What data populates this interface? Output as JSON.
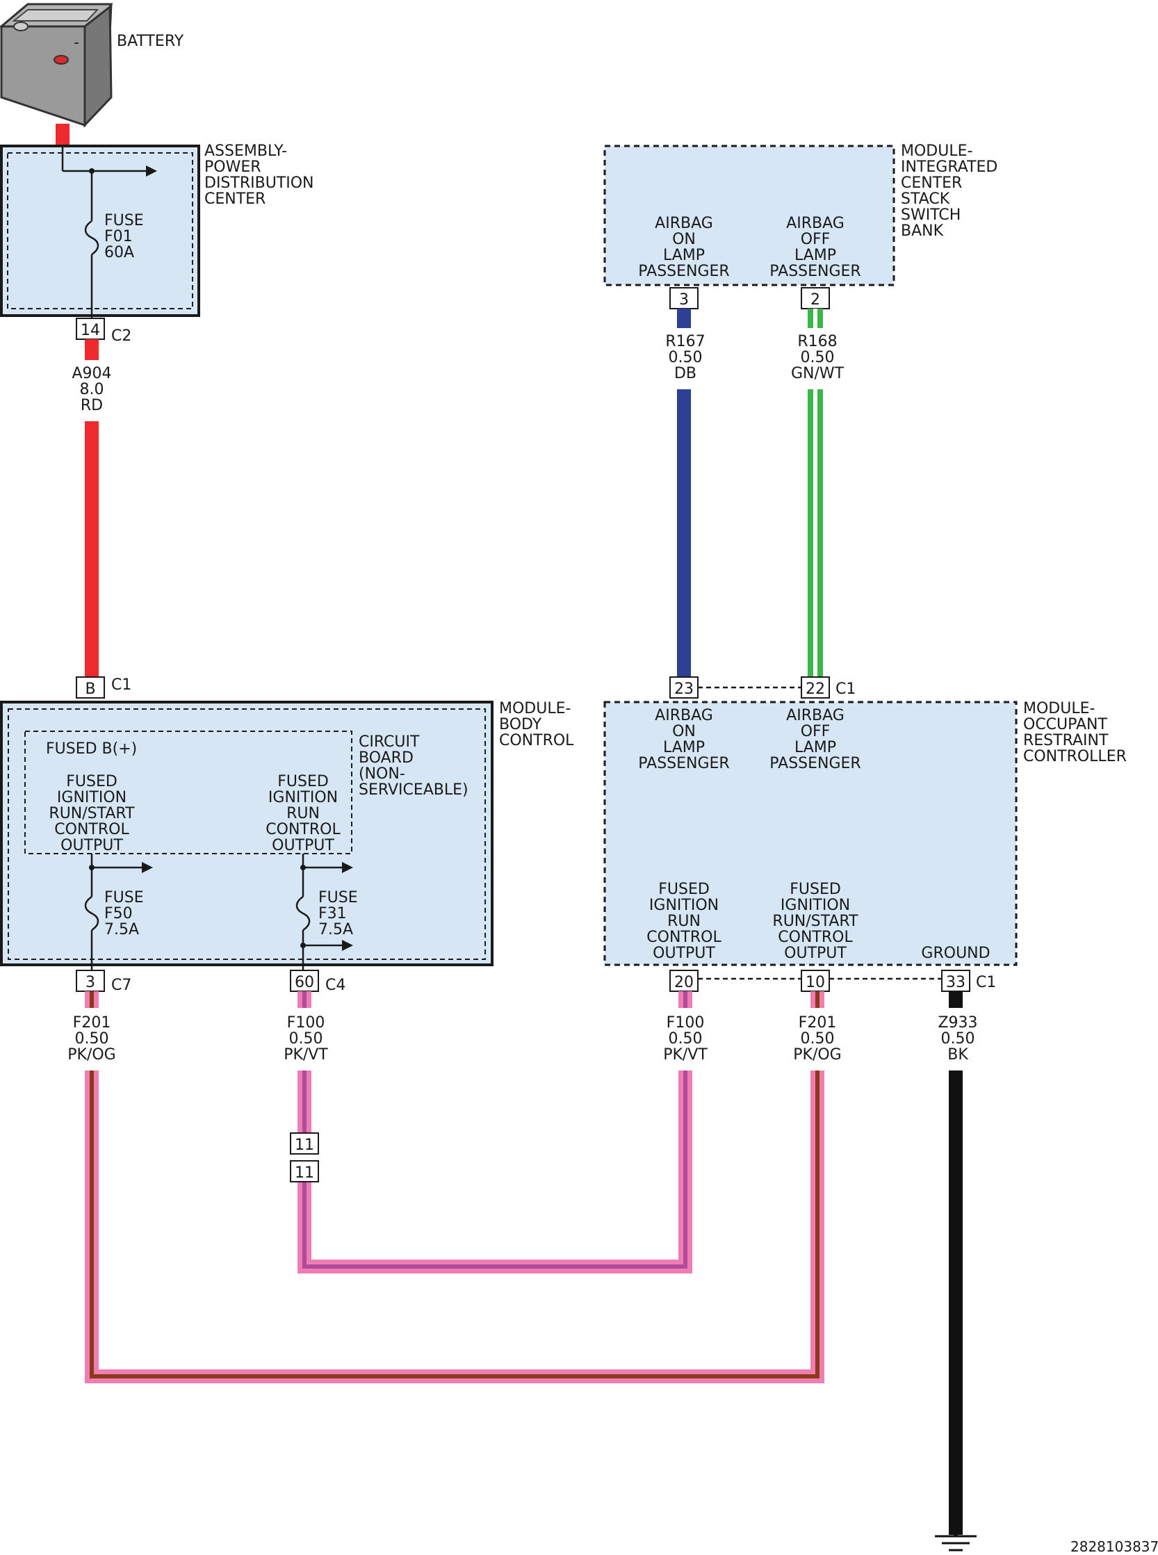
{
  "battery": {
    "label": "BATTERY"
  },
  "pdc": {
    "label": [
      "ASSEMBLY-",
      "POWER",
      "DISTRIBUTION",
      "CENTER"
    ],
    "fuse": [
      "FUSE",
      "F01",
      "60A"
    ],
    "pin": "14",
    "connector": "C2"
  },
  "wire_a904": {
    "circuit": "A904",
    "gauge": "8.0",
    "color_code": "RD",
    "color": "#ee2a2f"
  },
  "bcm": {
    "label": [
      "MODULE-",
      "BODY",
      "CONTROL"
    ],
    "input_pin": "B",
    "input_connector": "C1",
    "circuit_board": [
      "CIRCUIT",
      "BOARD",
      "(NON-",
      "SERVICEABLE)"
    ],
    "fused_b": "FUSED B(+)",
    "output_left": [
      "FUSED",
      "IGNITION",
      "RUN/START",
      "CONTROL",
      "OUTPUT"
    ],
    "output_right": [
      "FUSED",
      "IGNITION",
      "RUN",
      "CONTROL",
      "OUTPUT"
    ],
    "fuse_left": [
      "FUSE",
      "F50",
      "7.5A"
    ],
    "fuse_right": [
      "FUSE",
      "F31",
      "7.5A"
    ],
    "pin_left": "3",
    "connector_left": "C7",
    "pin_right": "60",
    "connector_right": "C4"
  },
  "icssb": {
    "label": [
      "MODULE-",
      "INTEGRATED",
      "CENTER",
      "STACK",
      "SWITCH",
      "BANK"
    ],
    "left_text": [
      "AIRBAG",
      "ON",
      "LAMP",
      "PASSENGER"
    ],
    "right_text": [
      "AIRBAG",
      "OFF",
      "LAMP",
      "PASSENGER"
    ],
    "pin_left": "3",
    "pin_right": "2"
  },
  "wire_r167": {
    "circuit": "R167",
    "gauge": "0.50",
    "color_code": "DB",
    "color": "#2e3f96"
  },
  "wire_r168": {
    "circuit": "R168",
    "gauge": "0.50",
    "color_code": "GN/WT",
    "color": "#3cb54a"
  },
  "orc": {
    "label": [
      "MODULE-",
      "OCCUPANT",
      "RESTRAINT",
      "CONTROLLER"
    ],
    "top_left_text": [
      "AIRBAG",
      "ON",
      "LAMP",
      "PASSENGER"
    ],
    "top_right_text": [
      "AIRBAG",
      "OFF",
      "LAMP",
      "PASSENGER"
    ],
    "top_pin_left": "23",
    "top_pin_right": "22",
    "top_connector": "C1",
    "bottom_a_text": [
      "FUSED",
      "IGNITION",
      "RUN",
      "CONTROL",
      "OUTPUT"
    ],
    "bottom_b_text": [
      "FUSED",
      "IGNITION",
      "RUN/START",
      "CONTROL",
      "OUTPUT"
    ],
    "bottom_c_text": "GROUND",
    "bottom_pin_a": "20",
    "bottom_pin_b": "10",
    "bottom_pin_c": "33",
    "bottom_connector": "C1"
  },
  "wire_f201_left": {
    "circuit": "F201",
    "gauge": "0.50",
    "color_code": "PK/OG"
  },
  "wire_f100_left": {
    "circuit": "F100",
    "gauge": "0.50",
    "color_code": "PK/VT"
  },
  "wire_f100_right": {
    "circuit": "F100",
    "gauge": "0.50",
    "color_code": "PK/VT"
  },
  "wire_f201_right": {
    "circuit": "F201",
    "gauge": "0.50",
    "color_code": "PK/OG"
  },
  "wire_z933": {
    "circuit": "Z933",
    "gauge": "0.50",
    "color_code": "BK",
    "color": "#111111"
  },
  "inline_connector": {
    "top": "11",
    "bottom": "11"
  },
  "colors": {
    "module": "#d6e6f5",
    "pink": "#f07cb4",
    "violet": "#b04a9a",
    "orange_brown": "#8b3a1a"
  },
  "figure_id": "2828103837"
}
